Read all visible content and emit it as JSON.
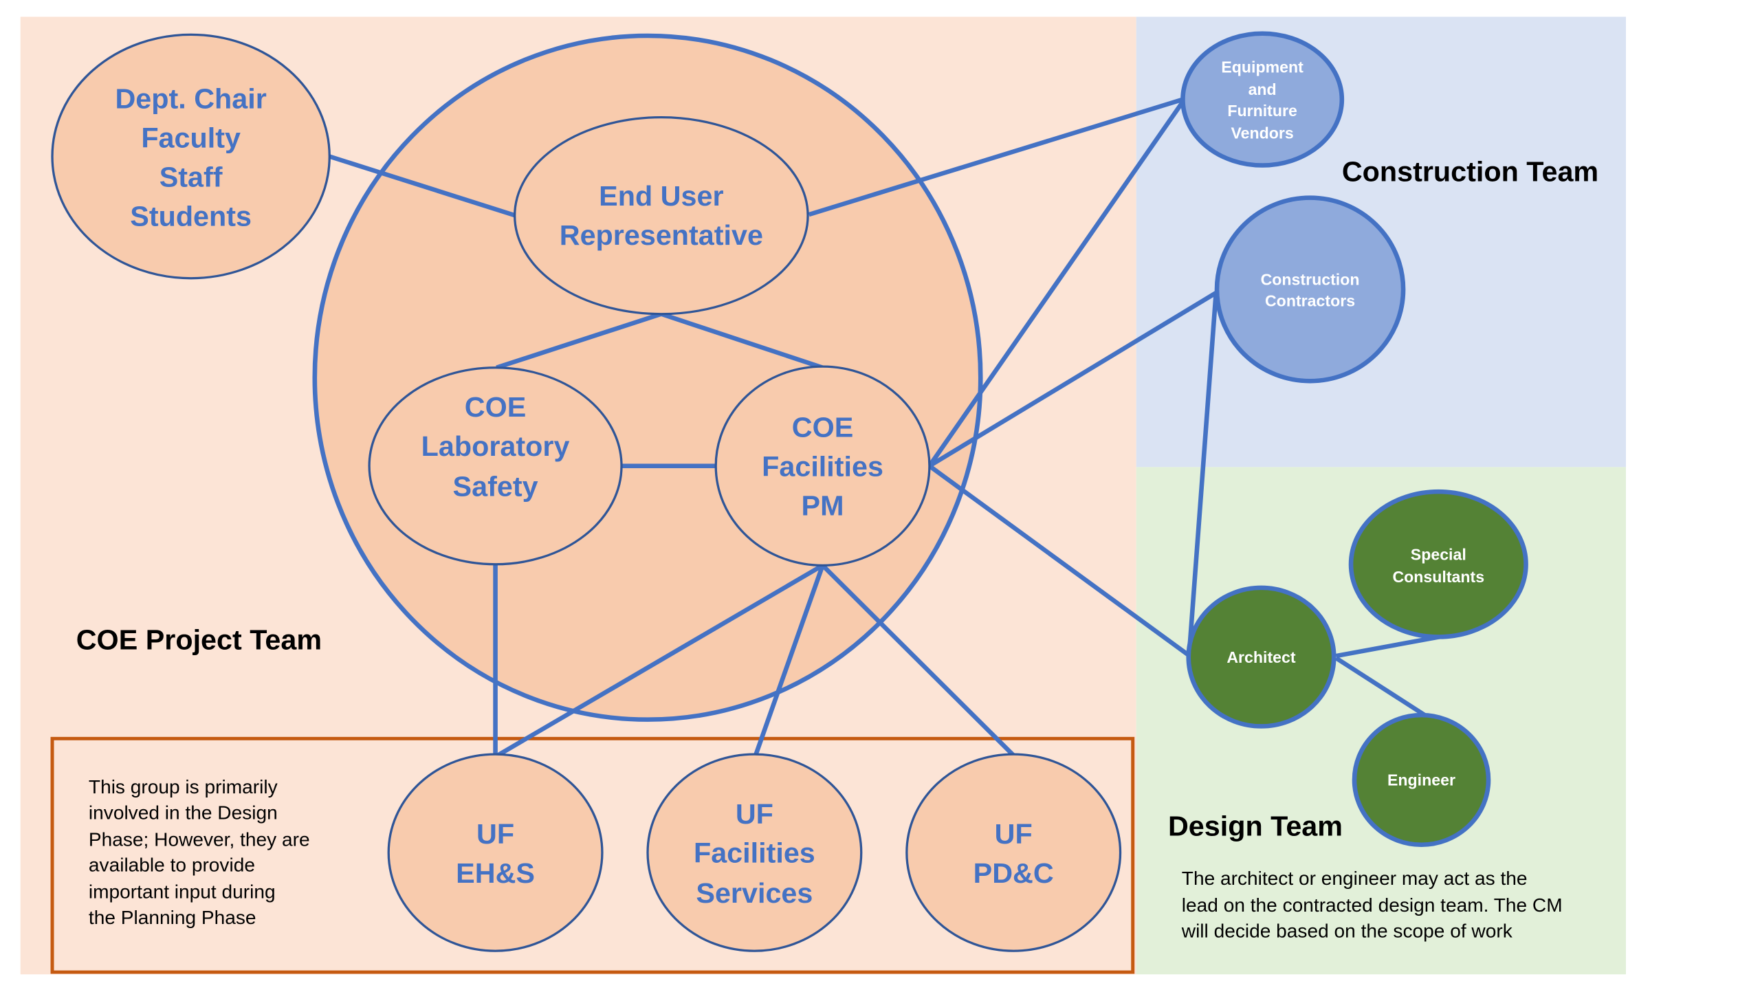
{
  "colors": {
    "project_panel": "#FCE4D6",
    "construction_panel": "#DAE3F3",
    "design_panel": "#E2F0D9",
    "peach_node": "#F8CBAD",
    "node_stroke": "#2F5597",
    "link": "#4472C4",
    "construction_node": "#8FAADC",
    "design_node": "#548235",
    "planning_box_border": "#C55A11"
  },
  "teams": {
    "project": "COE Project Team",
    "construction": "Construction Team",
    "design": "Design Team"
  },
  "nodes": {
    "stakeholders": [
      "Dept. Chair",
      "Faculty",
      "Staff",
      "Students"
    ],
    "end_user": [
      "End User",
      "Representative"
    ],
    "lab_safety": [
      "COE",
      "Laboratory",
      "Safety"
    ],
    "facilities_pm": [
      "COE",
      "Facilities",
      "PM"
    ],
    "uf_ehs": [
      "UF",
      "EH&S"
    ],
    "uf_facilities": [
      "UF",
      "Facilities",
      "Services"
    ],
    "uf_pdc": [
      "UF",
      "PD&C"
    ],
    "vendors": [
      "Equipment",
      "and",
      "Furniture",
      "Vendors"
    ],
    "contractors": [
      "Construction",
      "Contractors"
    ],
    "architect": [
      "Architect"
    ],
    "consultants": [
      "Special",
      "Consultants"
    ],
    "engineer": [
      "Engineer"
    ]
  },
  "notes": {
    "planning": [
      "This group is primarily",
      "involved in the Design",
      "Phase; However, they are",
      "available to provide",
      "important input during",
      "the Planning Phase"
    ],
    "design": [
      "The architect or engineer may act as the",
      "lead on the contracted design team. The CM",
      "will decide based on the scope of work"
    ]
  }
}
